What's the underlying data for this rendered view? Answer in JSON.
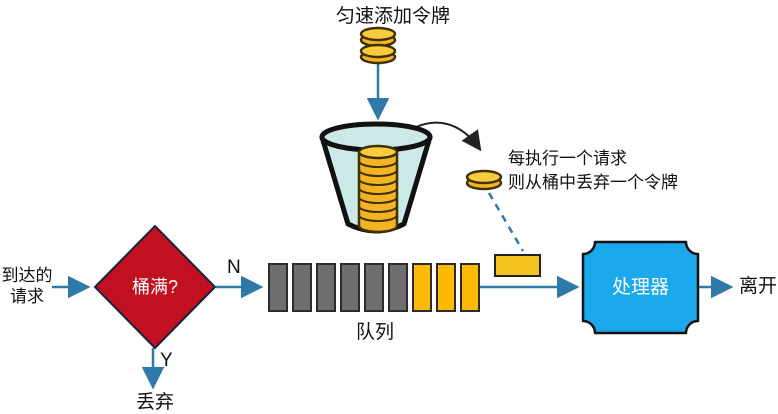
{
  "colors": {
    "arrow": "#2E79A8",
    "curve_arrow": "#222222",
    "outline": "#111111",
    "diamond_fill": "#C1101F",
    "diamond_text": "#FFFFFF",
    "bucket_fill": "#CBE9E6",
    "coin_fill": "#F2B422",
    "coin_top_fill": "#F9CC40",
    "coin_stroke": "#3F3000",
    "queue_cell_gray": "#6E6E6E",
    "queue_cell_yellow": "#FFB900",
    "token_fill": "#F2C41D",
    "processor_fill": "#1CA8EC",
    "processor_text": "#FFFFFF",
    "label_text": "#000000"
  },
  "labels": {
    "add_tokens": "匀速添加令牌",
    "consume_rule_line1": "每执行一个请求",
    "consume_rule_line2": "则从桶中丢弃一个令牌",
    "arriving_requests_line1": "到达的",
    "arriving_requests_line2": "请求",
    "bucket_full_question": "桶满?",
    "branch_no": "N",
    "branch_yes": "Y",
    "discard": "丢弃",
    "queue": "队列",
    "processor": "处理器",
    "leave": "离开"
  },
  "queue": {
    "cells": [
      "gray",
      "gray",
      "gray",
      "gray",
      "gray",
      "gray",
      "yellow",
      "yellow",
      "yellow"
    ]
  }
}
